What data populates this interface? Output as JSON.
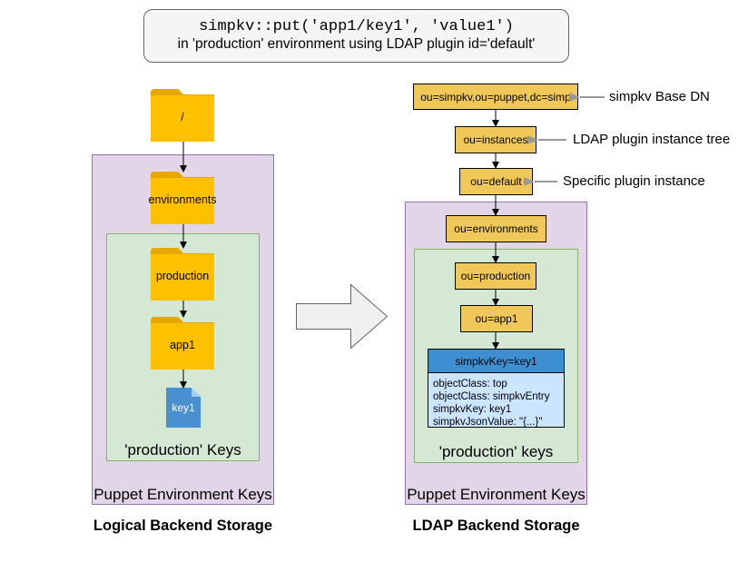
{
  "header": {
    "code": "simpkv::put('app1/key1', 'value1')",
    "description": "in 'production' environment using LDAP plugin id='default'"
  },
  "logical": {
    "folders": {
      "root": "/",
      "environments": "environments",
      "production": "production",
      "app1": "app1"
    },
    "file": "key1",
    "inner_region_label": "'production' Keys",
    "outer_region_label": "Puppet Environment Keys",
    "title": "Logical  Backend Storage"
  },
  "ldap": {
    "nodes": {
      "base_dn": "ou=simpkv,ou=puppet,dc=simp",
      "instances": "ou=instances",
      "default": "ou=default",
      "environments": "ou=environments",
      "production": "ou=production",
      "app1": "ou=app1"
    },
    "annotations": {
      "base_dn": "simpkv Base DN",
      "instances": "LDAP plugin instance tree",
      "default": "Specific plugin instance"
    },
    "entry": {
      "header": "simpkvKey=key1",
      "attributes": [
        "objectClass: top",
        "objectClass: simpkvEntry",
        "simpkvKey: key1",
        "simpkvJsonValue: \"{...}\""
      ]
    },
    "inner_region_label": "'production' keys",
    "outer_region_label": "Puppet Environment Keys",
    "title": "LDAP  Backend Storage"
  },
  "colors": {
    "folder_body": "#ffc000",
    "folder_tab": "#e6a800",
    "file": "#4a90d0",
    "ldap_node": "#f0c85a",
    "entry_header": "#3d8fd1",
    "entry_body": "#cce5ff",
    "purple_region": "#e1d5e7",
    "green_region": "#d5e8d4"
  }
}
